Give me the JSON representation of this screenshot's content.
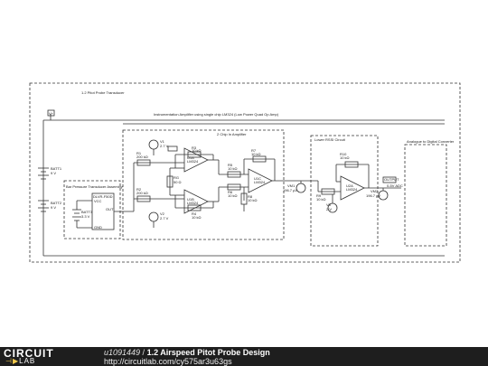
{
  "diagram": {
    "outer_title": "1.2 Pitot Probe Transducer",
    "inamp_title": "Instrumentation Amplifier using single chip LM324 (Low Power Quad Op Amp)",
    "stage2_title": "2 Chip In Amplifier",
    "lowpass_title": "Lower RSSI Circuit",
    "adc_title": "Analogue to Digital Converter",
    "sensor_title": "Bar Pressure Transducer Assembly",
    "node_label": "V+",
    "batt1": {
      "name": "BATT1",
      "value": "9 V"
    },
    "batt2": {
      "name": "BATT2",
      "value": "9 V"
    },
    "batt3": {
      "name": "BATT3",
      "value": "3.3 V"
    },
    "sensor_part": "DLVR-F50D",
    "sensor_pins": {
      "vcc": "VCC",
      "gnd": "GND",
      "out": "OUT"
    },
    "v1": {
      "name": "V1",
      "value": "2.7 V"
    },
    "v2": {
      "name": "V2",
      "value": "2.7 V"
    },
    "v3": {
      "name": "V3",
      "value": "2 V"
    },
    "u1a": {
      "name": "U1A",
      "part": "LM324"
    },
    "u1b": {
      "name": "U1B",
      "part": "LM324"
    },
    "u1c": {
      "name": "U1C",
      "part": "LM324"
    },
    "u2": {
      "name": "U2A",
      "part": "LM324"
    },
    "r_gain": {
      "name": "RG",
      "value": "50 Ω"
    },
    "r1": {
      "name": "R1",
      "value": "200 kΩ"
    },
    "r2": {
      "name": "R2",
      "value": "200 kΩ"
    },
    "r3": {
      "name": "R3",
      "value": "10 kΩ"
    },
    "r4": {
      "name": "R4",
      "value": "10 kΩ"
    },
    "r5": {
      "name": "R5",
      "value": "10 kΩ"
    },
    "r6": {
      "name": "R6",
      "value": "10 kΩ"
    },
    "r7": {
      "name": "R7",
      "value": "10 kΩ"
    },
    "r8": {
      "name": "R8",
      "value": "10 kΩ"
    },
    "r9": {
      "name": "R9",
      "value": "10 kΩ"
    },
    "r10": {
      "name": "R10",
      "value": "10 kΩ"
    },
    "r11": {
      "name": "R11",
      "value": "10 kΩ"
    },
    "vm1": {
      "name": "VM1",
      "value": "196.7 µV"
    },
    "vm2": {
      "name": "VM2",
      "value": "196.7 µV"
    },
    "output_label": "OUTPUT",
    "output_range": "0-5V ADC"
  },
  "footer": {
    "logo_top": "CIRCUIT",
    "logo_mark": "⊣▶",
    "logo_bottom": "LAB",
    "user": "u1091449",
    "separator": " / ",
    "circuit_name": "1.2 Airspeed Pitot Probe Design",
    "url": "http://circuitlab.com/cy575ar3u63gs"
  }
}
